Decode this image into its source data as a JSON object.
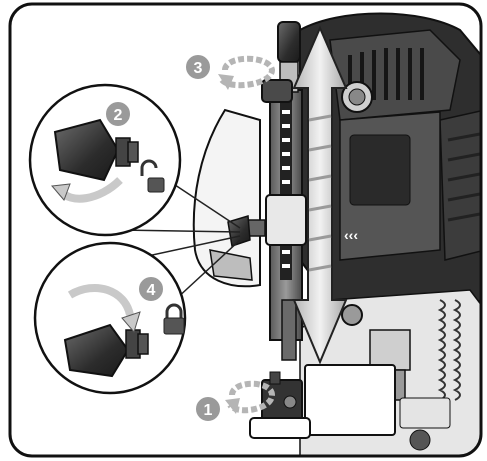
{
  "steps": [
    {
      "number": "1",
      "action": "release-lock",
      "icon": "rotate-arrow-icon"
    },
    {
      "number": "2",
      "action": "unlock",
      "icon": "unlock-icon"
    },
    {
      "number": "3",
      "action": "adjust-depth",
      "icon": "rotate-arrow-icon"
    },
    {
      "number": "4",
      "action": "lock",
      "icon": "lock-icon"
    }
  ],
  "palette": {
    "badge": "#9a9a9a",
    "outline": "#1e1e1e",
    "body_dark": "#3a3a3a",
    "body_mid": "#7d7d7d",
    "body_light": "#d8d8d8",
    "arrow": "#c9c9c9"
  }
}
